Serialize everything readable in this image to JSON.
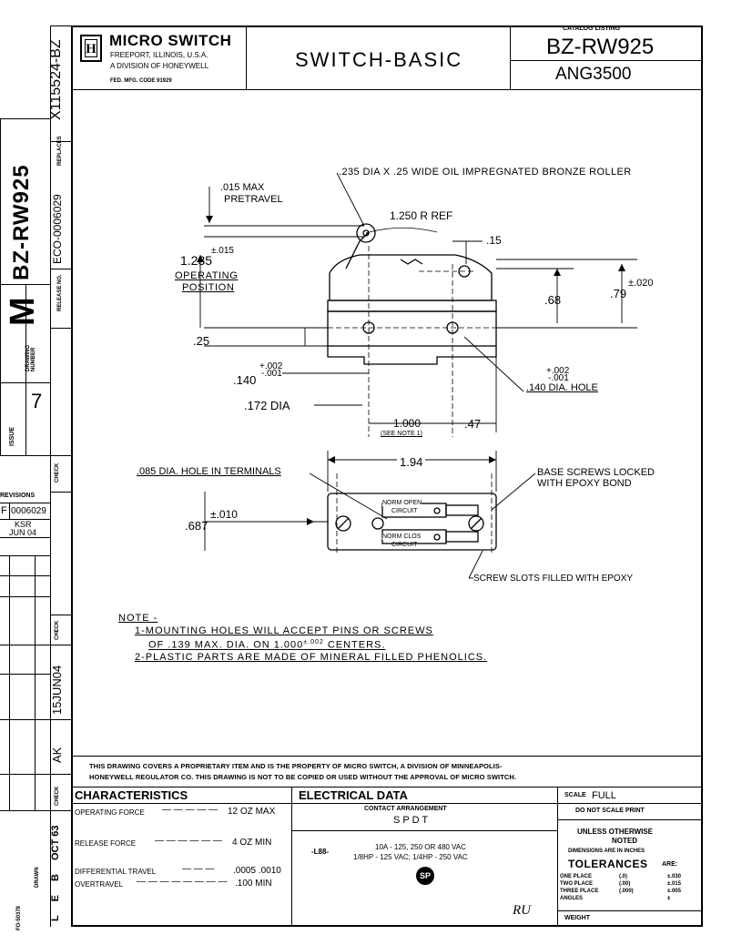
{
  "title_block": {
    "company": "MICRO SWITCH",
    "address1": "FREEPORT, ILLINOIS, U.S.A.",
    "address2": "A DIVISION OF HONEYWELL",
    "fed_code": "FED. MFG. CODE 91929",
    "title": "SWITCH-BASIC",
    "catalog_label": "CATALOG LISTING",
    "catalog_no": "BZ-RW925",
    "catalog_sub": "ANG3500"
  },
  "left_strip": {
    "replaces_value": "X115524-BZ",
    "replaces_label": "REPLACES",
    "release_value": "ECO-0006029",
    "release_label": "RELEASE NO.",
    "drawing_number": "BZ-RW925",
    "drawing_prefix": "M",
    "drawing_label": "DRAWING NUMBER",
    "issue_value": "7",
    "issue_label": "ISSUE",
    "check_label": "CHECK",
    "revisions_label": "REVISIONS",
    "rev_letter": "F",
    "rev_eco": "0006029",
    "rev_by": "KSR",
    "rev_date": "JUN 04",
    "check_label2": "CHECK",
    "date2": "15JUN04",
    "initials": "AK",
    "check_label3": "CHECK",
    "date3": "OCT 63",
    "drawn_label": "DRAWN",
    "drawn_by": "L E B",
    "form_no": "FO-50378"
  },
  "drawing": {
    "roller": ".235 DIA X .25 WIDE OIL IMPREGNATED BRONZE ROLLER",
    "pretravel": ".015 MAX",
    "pretravel2": "PRETRAVEL",
    "radius": "1.250 R REF",
    "dim_15": ".15",
    "op_pos": "1.235",
    "op_tol": "±.015",
    "op_label1": "OPERATING",
    "op_label2": "POSITION",
    "dim_68": ".68",
    "dim_79": ".79",
    "dim_79_tol": "±.020",
    "dim_25": ".25",
    "dim_140": ".140",
    "tol_plus": "+.002",
    "tol_minus": "-.001",
    "hole_140": ".140 DIA. HOLE",
    "dim_172": ".172 DIA",
    "dim_1000": "1.000",
    "see_note": "(SEE NOTE 1)",
    "dim_47": ".47",
    "terminal_hole": ".085 DIA. HOLE IN TERMINALS",
    "dim_194": "1.94",
    "base_screws1": "BASE SCREWS LOCKED",
    "base_screws2": "WITH EPOXY BOND",
    "dim_687": ".687",
    "dim_687_tol": "±.010",
    "norm_open": "NORM OPEN",
    "circuit": "CIRCUIT",
    "norm_clos": "NORM CLOS",
    "screw_slots": "SCREW SLOTS FILLED WITH EPOXY"
  },
  "notes": {
    "heading": "NOTE -",
    "n1": "1-MOUNTING HOLES WILL ACCEPT PINS OR SCREWS",
    "n1b": "OF .139 MAX. DIA. ON 1.000",
    "n1b_tol": "±.002",
    "n1b_end": "CENTERS.",
    "n2": "2-PLASTIC PARTS ARE MADE OF MINERAL FILLED PHENOLICS."
  },
  "proprietary": {
    "line1": "THIS DRAWING COVERS A PROPRIETARY ITEM AND IS THE PROPERTY OF MICRO SWITCH, A DIVISION OF MINNEAPOLIS-",
    "line2": "HONEYWELL REGULATOR CO. THIS DRAWING IS NOT TO BE COPIED OR USED WITHOUT THE APPROVAL OF MICRO SWITCH."
  },
  "characteristics": {
    "heading": "CHARACTERISTICS",
    "op_force_label": "OPERATING FORCE",
    "op_force_value": "12 OZ MAX",
    "rel_force_label": "RELEASE FORCE",
    "rel_force_value": "4 OZ MIN",
    "diff_label": "DIFFERENTIAL TRAVEL",
    "diff_value": ".0005 .0010",
    "over_label": "OVERTRAVEL",
    "over_value": ".100 MIN"
  },
  "electrical": {
    "heading": "ELECTRICAL DATA",
    "contact_label": "CONTACT ARRANGEMENT",
    "contact_value": "S P D T",
    "code": "-L88-",
    "rating1": "10A - 125, 250 OR 480 VAC",
    "rating2": "1/8HP - 125 VAC; 1/4HP - 250 VAC",
    "csa": "SP",
    "ul": "RU"
  },
  "right_panel": {
    "scale_label": "SCALE",
    "scale_value": "FULL",
    "dns": "DO NOT SCALE PRINT",
    "unless1": "UNLESS OTHERWISE",
    "unless2": "NOTED",
    "dims": "DIMENSIONS ARE IN INCHES",
    "tol_heading": "TOLERANCES",
    "tol_are": "ARE:",
    "rows": [
      {
        "label": "ONE PLACE",
        "places": "(.0)",
        "tol": "±.030"
      },
      {
        "label": "TWO PLACE",
        "places": "(.00)",
        "tol": "±.015"
      },
      {
        "label": "THREE PLACE",
        "places": "(.000)",
        "tol": "±.005"
      },
      {
        "label": "ANGLES",
        "places": "",
        "tol": "±"
      }
    ],
    "weight": "WEIGHT"
  }
}
